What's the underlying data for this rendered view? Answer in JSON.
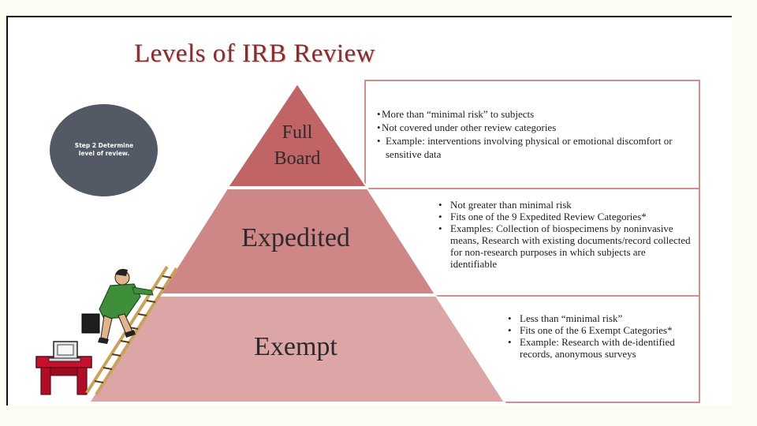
{
  "title": "Levels of IRB Review",
  "step_note": "Step 2 Determine level of review.",
  "levels": [
    {
      "line1": "Full",
      "line2": "Board",
      "bullets": [
        "More than “minimal risk” to subjects",
        "Not covered under other review categories",
        "Example: interventions involving physical or emotional discomfort or sensitive data"
      ]
    },
    {
      "label": "Expedited",
      "bullets": [
        "Not greater than minimal risk",
        "Fits one of the 9 Expedited Review Categories*",
        "Examples: Collection of biospecimens by noninvasive means, Research with existing documents/record collected for non-research purposes in which subjects are identifiable"
      ]
    },
    {
      "label": "Exempt",
      "bullets": [
        "Less than “minimal risk”",
        "Fits one of the 6 Exempt Categories*",
        "Example: Research with de-identified records, anonymous surveys"
      ]
    }
  ],
  "colors": {
    "title": "#8b2c2c",
    "full_board": "#c06466",
    "expedited": "#cf8687",
    "exempt": "#dca6a7",
    "box_border": "#d98a8c",
    "step_circle": "#535a66"
  }
}
